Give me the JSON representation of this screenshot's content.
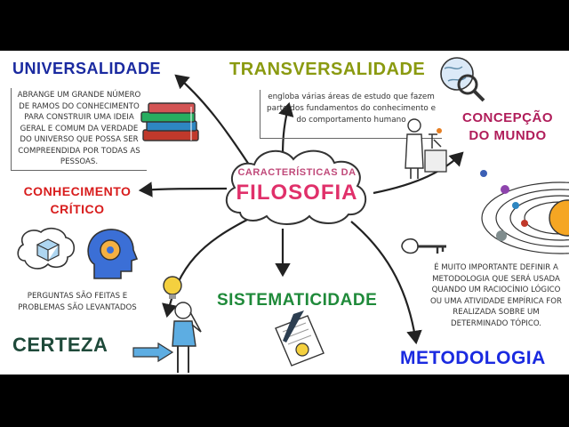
{
  "center": {
    "line1": "CARACTERÍSTICAS DA",
    "line2": "FILOSOFIA"
  },
  "nodes": {
    "universalidade": {
      "title": "UNIVERSALIDADE",
      "text": "ABRANGE UM GRANDE NÚMERO DE RAMOS DO CONHECIMENTO PARA CONSTRUIR UMA IDEIA GERAL E COMUM DA VERDADE DO UNIVERSO QUE POSSA SER COMPREENDIDA POR TODAS AS PESSOAS."
    },
    "transversalidade": {
      "title": "TRANSVERSALIDADE",
      "text": "engloba várias áreas de estudo que fazem parte dos fundamentos do conhecimento e do comportamento humano"
    },
    "concepcao": {
      "line1": "CONCEPÇÃO",
      "line2": "DO MUNDO"
    },
    "conhecimento_critico": {
      "line1": "CONHECIMENTO",
      "line2": "CRÍTICO",
      "text": "PERGUNTAS SÃO FEITAS E PROBLEMAS SÃO LEVANTADOS"
    },
    "sistematicidade": {
      "title": "SISTEMATICIDADE"
    },
    "certeza": {
      "title": "CERTEZA"
    },
    "metodologia": {
      "title": "METODOLOGIA",
      "text": "É MUITO IMPORTANTE DEFINIR A METODOLOGIA QUE SERÁ USADA QUANDO UM RACIOCÍNIO LÓGICO OU UMA ATIVIDADE EMPÍRICA FOR REALIZADA SOBRE UM DETERMINADO TÓPICO."
    }
  },
  "colors": {
    "universalidade": "#1a2aa0",
    "transversalidade": "#8a9a10",
    "concepcao": "#b01d5a",
    "conhecimento_critico": "#d81c1c",
    "sistematicidade": "#1f8a3a",
    "certeza": "#1f4a3a",
    "metodologia": "#1a2ae0",
    "center_title": "#e0306a",
    "center_sub": "#c04a7a"
  },
  "icons": [
    "books-icon",
    "globe-magnifier-icon",
    "scientist-icon",
    "solar-system-icon",
    "thought-bubble-icon",
    "head-gear-icon",
    "thinker-lightbulb-icon",
    "paper-pencil-icon",
    "key-icon"
  ]
}
